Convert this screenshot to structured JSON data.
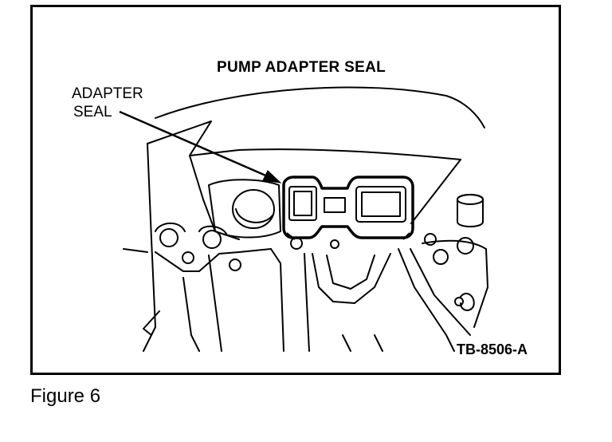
{
  "diagram": {
    "title": "PUMP ADAPTER SEAL",
    "callout_line1": "ADAPTER",
    "callout_line2": "SEAL",
    "reference_code": "TB-8506-A"
  },
  "caption": "Figure 6"
}
